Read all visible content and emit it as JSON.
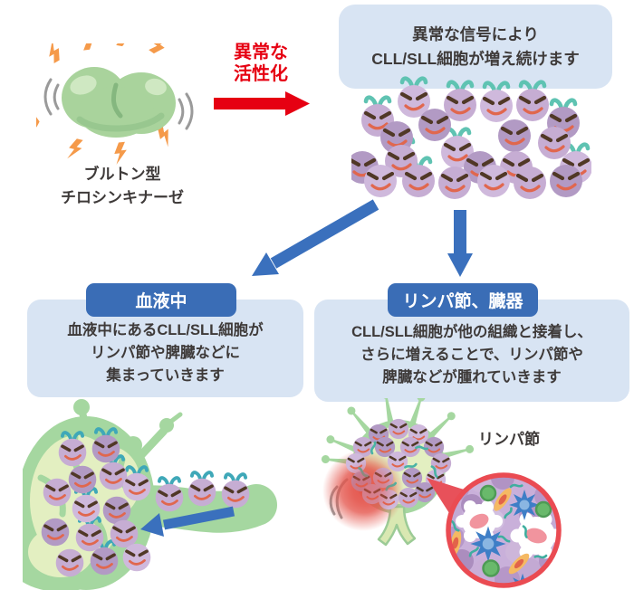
{
  "palette": {
    "box_bg": "#d8e4f3",
    "badge_bg": "#3a6db6",
    "badge_text": "#ffffff",
    "arrow_blue": "#3a70bd",
    "accent_red": "#e60012",
    "text_dark": "#3e3a39",
    "cell_purple": "#c6add3",
    "cell_purple_dark": "#b29ac4",
    "antenna_teal": "#5fc3b2",
    "kinase_green": "#a9d39c",
    "spark_orange": "#f59a4a",
    "node_green": "#a5d7a0",
    "node_inner": "#e3efc1",
    "swelling_red": "#e4544b",
    "magnifier_ring_red": "#ea4b52"
  },
  "top_left": {
    "label_line1": "ブルトン型",
    "label_line2": "チロシンキナーゼ"
  },
  "activation": {
    "line1": "異常な",
    "line2": "活性化"
  },
  "top_right_box": {
    "line1": "異常な信号により",
    "line2": "CLL/SLL細胞が増え続けます"
  },
  "left_branch": {
    "badge": "血液中",
    "line1": "血液中にあるCLL/SLL細胞が",
    "line2": "リンパ節や脾臓などに",
    "line3": "集まっていきます"
  },
  "right_branch": {
    "badge": "リンパ節、臓器",
    "line1": "CLL/SLL細胞が他の組織と接着し、",
    "line2": "さらに増えることで、リンパ節や",
    "line3": "脾臓などが腫れていきます"
  },
  "lymph_node_label": "リンパ節"
}
